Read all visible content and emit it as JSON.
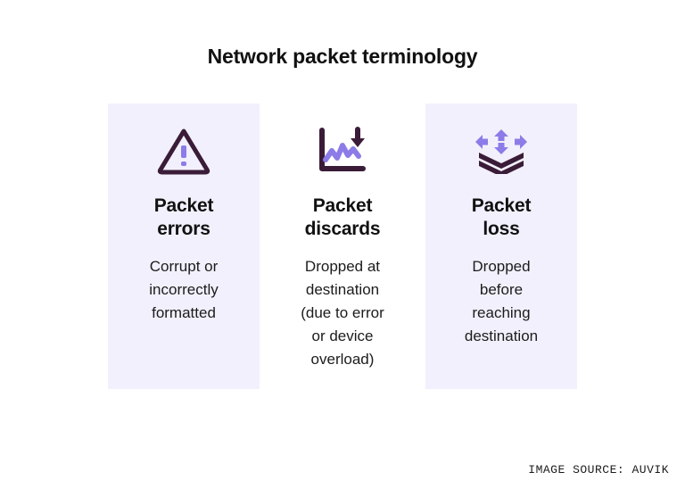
{
  "title": "Network packet terminology",
  "theme": {
    "card_background": "#f2f0fc",
    "page_background": "#ffffff",
    "icon_dark": "#3a1c38",
    "icon_accent": "#8b7ce8",
    "heading_color": "#111111",
    "text_color": "#1c1c1c"
  },
  "cards": [
    {
      "icon": "warning-triangle-icon",
      "background": "shaded",
      "heading": "Packet\nerrors",
      "description": "Corrupt or\nincorrectly\nformatted"
    },
    {
      "icon": "chart-down-arrow-icon",
      "background": "plain",
      "heading": "Packet\ndiscards",
      "description": "Dropped at\ndestination\n(due to error\nor device\noverload)"
    },
    {
      "icon": "layers-arrows-icon",
      "background": "shaded",
      "heading": "Packet\nloss",
      "description": "Dropped\nbefore\nreaching\ndestination"
    }
  ],
  "footer": {
    "credit": "IMAGE SOURCE: AUVIK"
  }
}
